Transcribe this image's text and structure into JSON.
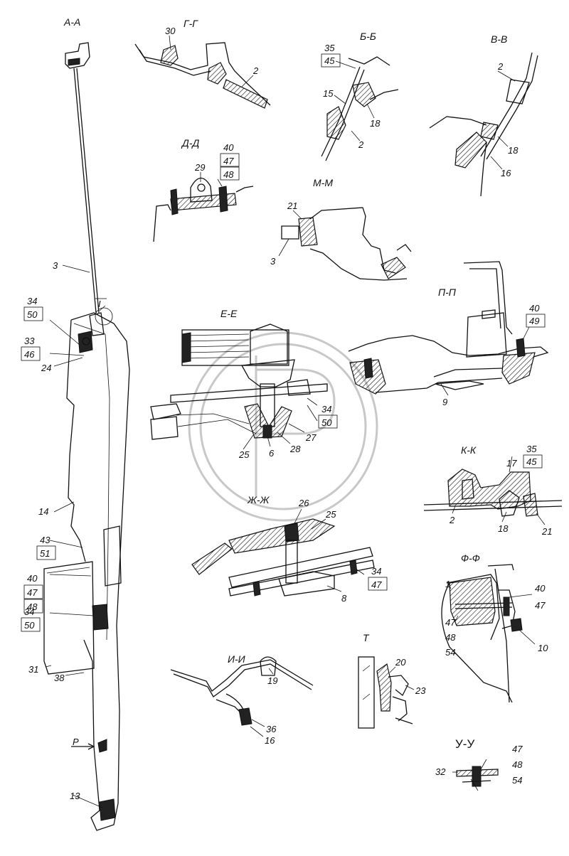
{
  "sections": {
    "aa": "А-А",
    "gg": "Г-Г",
    "bb": "Б-Б",
    "vv": "В-В",
    "dd": "Д-Д",
    "mm": "М-М",
    "pp": "П-П",
    "ee": "Е-Е",
    "kk": "К-К",
    "zhzh": "Ж-Ж",
    "ff": "Ф-Ф",
    "ii": "И-И",
    "t": "Т",
    "uu": "У-У"
  },
  "markers": {
    "detail_i": "I",
    "arrow_p": "Р"
  },
  "callouts": {
    "aa": [
      "3",
      "34",
      "50",
      "33",
      "46",
      "24",
      "14",
      "43",
      "51",
      "40",
      "47",
      "48",
      "34",
      "50",
      "31",
      "38",
      "13"
    ],
    "gg": [
      "30",
      "2"
    ],
    "bb": [
      "35",
      "45",
      "15",
      "18",
      "2"
    ],
    "vv": [
      "2",
      "18",
      "16"
    ],
    "dd": [
      "29",
      "40",
      "47",
      "48"
    ],
    "mm": [
      "21",
      "3"
    ],
    "pp": [
      "40",
      "49",
      "9"
    ],
    "ee": [
      "34",
      "50",
      "25",
      "27",
      "28",
      "6"
    ],
    "kk": [
      "35",
      "45",
      "17",
      "2",
      "18",
      "21"
    ],
    "zhzh": [
      "26",
      "25",
      "34",
      "47",
      "8"
    ],
    "ff": [
      "1",
      "40",
      "47",
      "47",
      "48",
      "54",
      "10"
    ],
    "ii": [
      "19",
      "36",
      "16"
    ],
    "t": [
      "20",
      "23"
    ],
    "uu": [
      "32",
      "47",
      "48",
      "54"
    ]
  }
}
